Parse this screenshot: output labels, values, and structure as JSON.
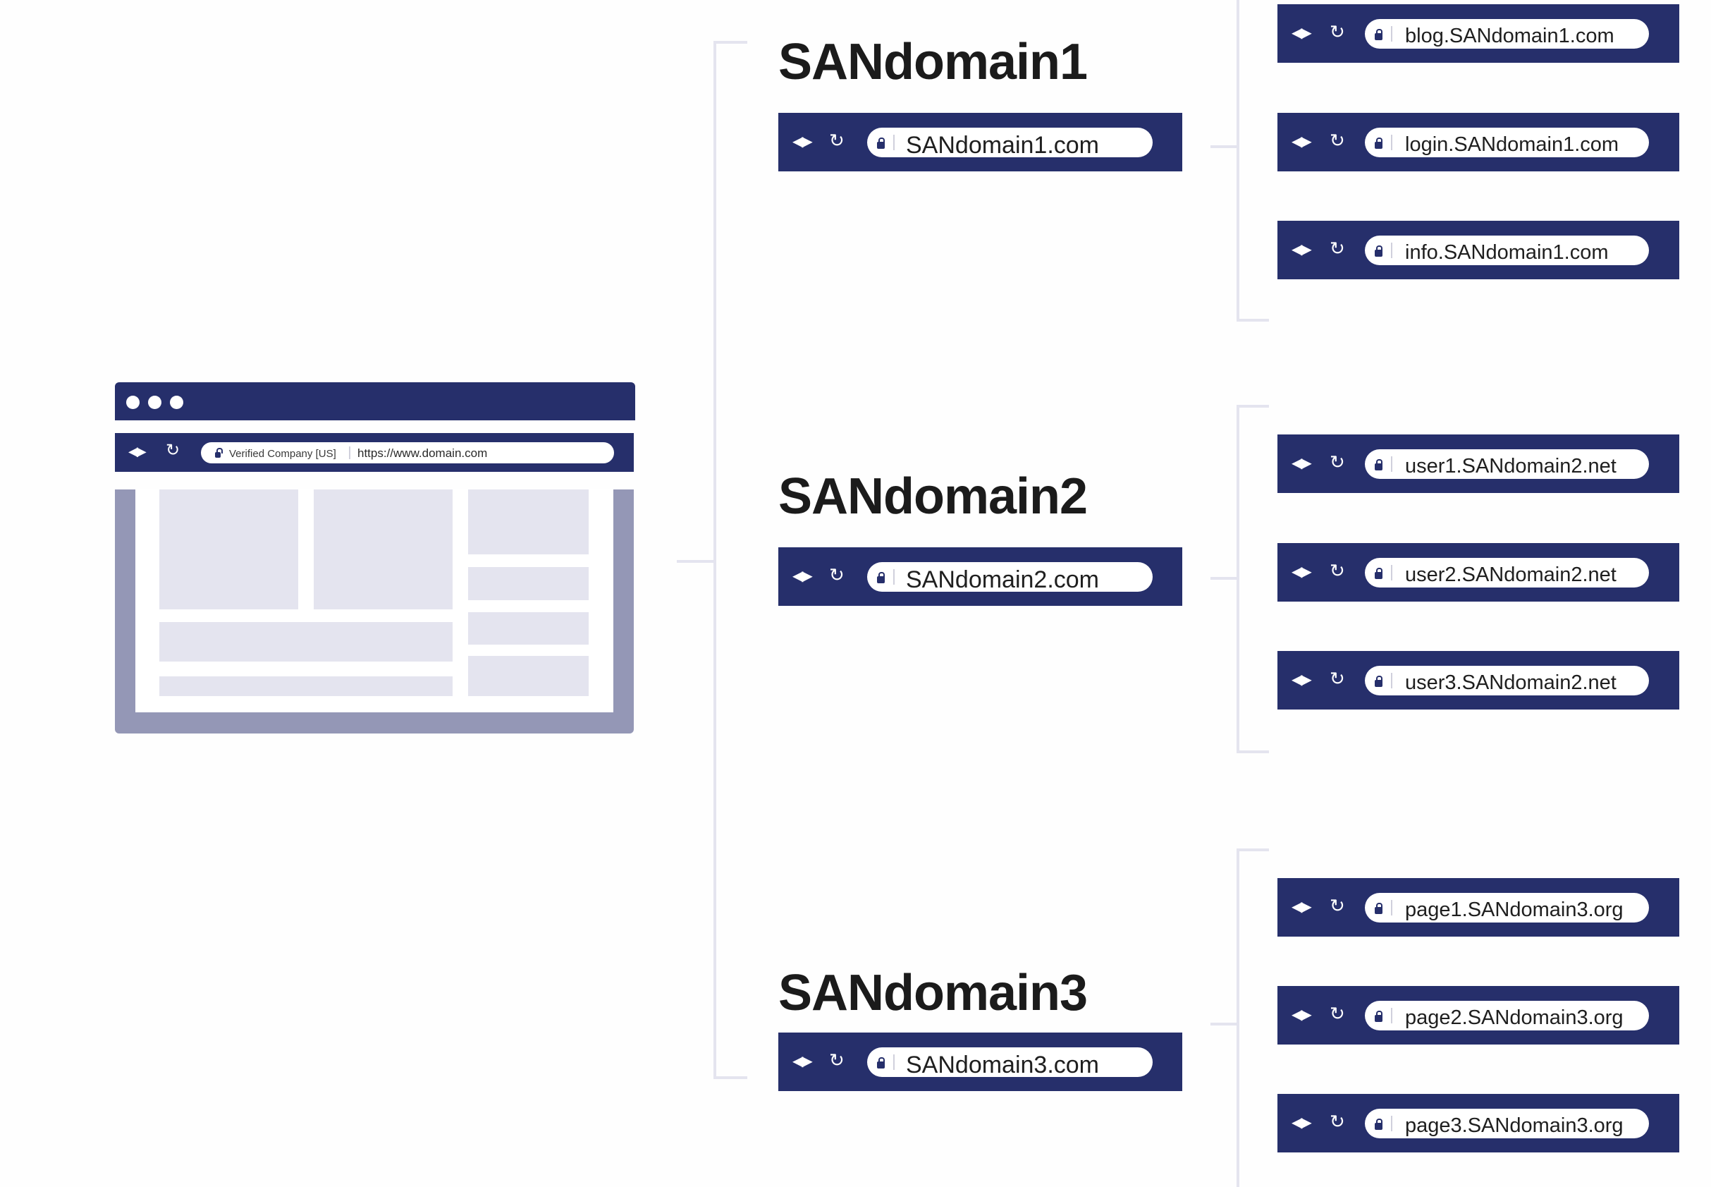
{
  "main_browser": {
    "verified_label": "Verified Company [US]",
    "url": "https://www.domain.com",
    "nav_glyph": "◀▶",
    "reload_glyph": "↻"
  },
  "domains": [
    {
      "title": "SANdomain1",
      "url": "SANdomain1.com",
      "subdomains": [
        "blog.SANdomain1.com",
        "login.SANdomain1.com",
        "info.SANdomain1.com"
      ]
    },
    {
      "title": "SANdomain2",
      "url": "SANdomain2.com",
      "subdomains": [
        "user1.SANdomain2.net",
        "user2.SANdomain2.net",
        "user3.SANdomain2.net"
      ]
    },
    {
      "title": "SANdomain3",
      "url": "SANdomain3.com",
      "subdomains": [
        "page1.SANdomain3.org",
        "page2.SANdomain3.org",
        "page3.SANdomain3.org"
      ]
    }
  ],
  "colors": {
    "navy": "#262f6b",
    "frame": "#9497b6",
    "placeholder": "#e4e4ef"
  },
  "icons": {
    "nav": "back-forward-icon",
    "reload": "reload-icon",
    "lock": "lock-icon"
  }
}
